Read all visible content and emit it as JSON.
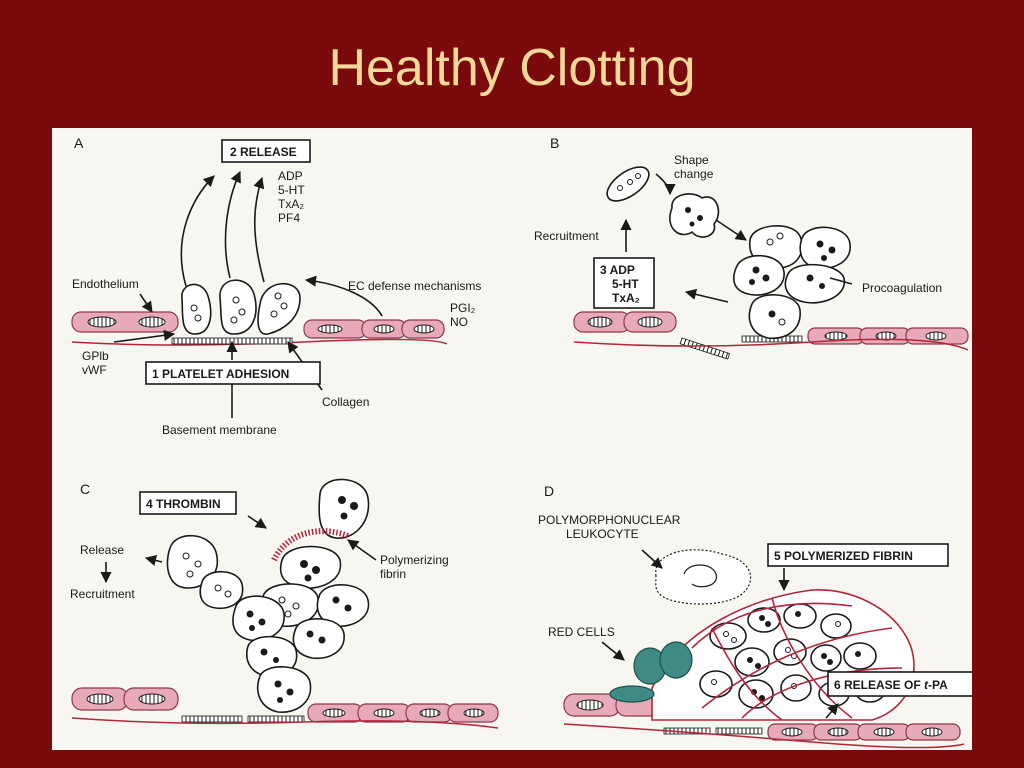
{
  "slide": {
    "title": "Healthy Clotting"
  },
  "panels": {
    "a": {
      "letter": "A",
      "release_box": "2 RELEASE",
      "release_items": [
        "ADP",
        "5-HT",
        "TxA₂",
        "PF4"
      ],
      "endothelium": "Endothelium",
      "ec_defense": "EC defense mechanisms",
      "pgi2": "PGI₂",
      "no": "NO",
      "gplb": "GPlb",
      "vwf": "vWF",
      "adhesion_box": "1 PLATELET ADHESION",
      "collagen": "Collagen",
      "basement": "Basement membrane"
    },
    "b": {
      "letter": "B",
      "shape_change_1": "Shape",
      "shape_change_2": "change",
      "recruitment": "Recruitment",
      "box_lines": [
        "3 ADP",
        "5-HT",
        "TxA₂"
      ],
      "procoagulation": "Procoagulation"
    },
    "c": {
      "letter": "C",
      "thrombin_box": "4 THROMBIN",
      "release": "Release",
      "recruitment": "Recruitment",
      "polymerizing_1": "Polymerizing",
      "polymerizing_2": "fibrin"
    },
    "d": {
      "letter": "D",
      "pmn_1": "POLYMORPHONUCLEAR",
      "pmn_2": "LEUKOCYTE",
      "fibrin_box": "5 POLYMERIZED FIBRIN",
      "red_cells": "RED CELLS",
      "tpa_prefix": "6 RELEASE OF ",
      "tpa_italic": "t",
      "tpa_suffix": "-PA"
    }
  },
  "colors": {
    "background": "#7a0a0c",
    "title": "#f2d99a",
    "endothelium": "#e8a9b8",
    "fibrin": "#b3263a",
    "red_cells": "#3f8a84"
  }
}
